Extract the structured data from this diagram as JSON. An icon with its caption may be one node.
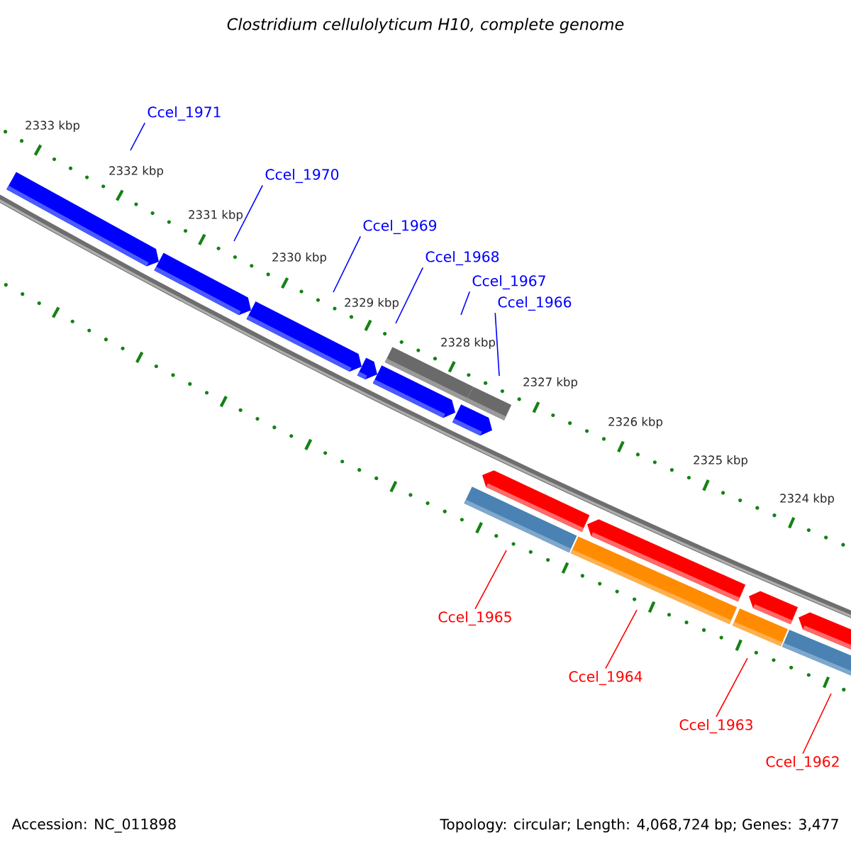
{
  "diagram": {
    "title": "*Clostridium cellulolyticum H10, complete genome*",
    "nodes": [
      {
        "text": [
          "Ccel_1971"
        ]
      },
      {
        "text": [
          "Ccel_1970"
        ]
      },
      {
        "text": [
          "Ccel_1969"
        ]
      },
      {
        "text": [
          "Ccel_1968"
        ]
      },
      {
        "text": [
          "Ccel_1967"
        ]
      },
      {
        "text": [
          "Ccel_1966"
        ]
      },
      {
        "text": [
          "Ccel_1965"
        ]
      },
      {
        "text": [
          "Ccel_1964"
        ]
      },
      {
        "text": [
          "Ccel_1963"
        ]
      },
      {
        "text": [
          "Ccel_1962"
        ]
      }
    ],
    "edges": [
      {
        "from": 0,
        "to": null,
        "arrow": "none"
      },
      {
        "from": 1,
        "to": null,
        "arrow": "none"
      },
      {
        "from": 2,
        "to": null,
        "arrow": "none"
      },
      {
        "from": 3,
        "to": null,
        "arrow": "none"
      },
      {
        "from": 4,
        "to": null,
        "arrow": "none"
      },
      {
        "from": 5,
        "to": null,
        "arrow": "none"
      },
      {
        "from": 6,
        "to": null,
        "arrow": "none",
        "color": "#ff0000"
      },
      {
        "from": 7,
        "to": null,
        "arrow": "none",
        "color": "#ff0000"
      },
      {
        "from": 8,
        "to": null,
        "arrow": "none",
        "color": "#ff0000"
      },
      {
        "from": 9,
        "to": null,
        "arrow": "none",
        "color": "#ff0000"
      }
    ],
    "labels": [
      "2333 kbp",
      "2332 kbp",
      "2331 kbp",
      "2330 kbp",
      "2329 kbp",
      "2328 kbp",
      "2327 kbp",
      "2326 kbp",
      "2325 kbp",
      "2324 kbp",
      "Accession: NC_011898",
      "Topology: circular; Length: 4,068,724 bp; Genes: 3,477"
    ]
  }
}
